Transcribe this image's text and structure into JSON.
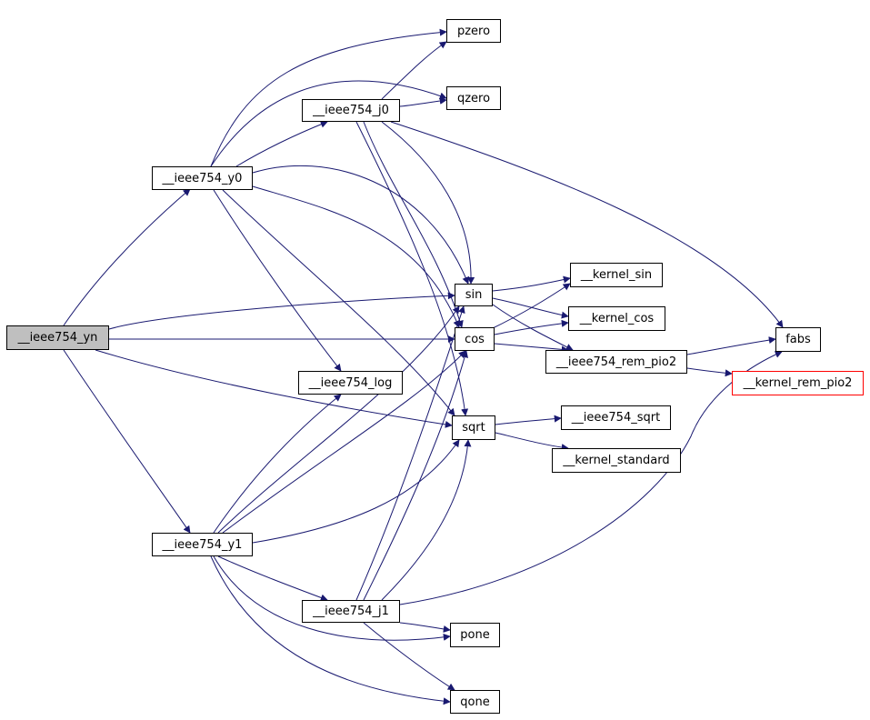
{
  "graph": {
    "nodes": {
      "ieee754_yn": "__ieee754_yn",
      "ieee754_y0": "__ieee754_y0",
      "ieee754_y1": "__ieee754_y1",
      "ieee754_j0": "__ieee754_j0",
      "ieee754_j1": "__ieee754_j1",
      "ieee754_log": "__ieee754_log",
      "pzero": "pzero",
      "qzero": "qzero",
      "pone": "pone",
      "qone": "qone",
      "sin": "sin",
      "cos": "cos",
      "sqrt": "sqrt",
      "kernel_sin": "__kernel_sin",
      "kernel_cos": "__kernel_cos",
      "ieee754_rem_pio2": "__ieee754_rem_pio2",
      "ieee754_sqrt": "__ieee754_sqrt",
      "kernel_standard": "__kernel_standard",
      "fabs": "fabs",
      "kernel_rem_pio2": "__kernel_rem_pio2"
    },
    "edges": [
      [
        "ieee754_yn",
        "ieee754_y0"
      ],
      [
        "ieee754_yn",
        "sin"
      ],
      [
        "ieee754_yn",
        "cos"
      ],
      [
        "ieee754_yn",
        "sqrt"
      ],
      [
        "ieee754_yn",
        "ieee754_y1"
      ],
      [
        "ieee754_y0",
        "pzero"
      ],
      [
        "ieee754_y0",
        "qzero"
      ],
      [
        "ieee754_y0",
        "ieee754_j0"
      ],
      [
        "ieee754_y0",
        "sin"
      ],
      [
        "ieee754_y0",
        "cos"
      ],
      [
        "ieee754_y0",
        "ieee754_log"
      ],
      [
        "ieee754_y0",
        "sqrt"
      ],
      [
        "ieee754_j0",
        "pzero"
      ],
      [
        "ieee754_j0",
        "qzero"
      ],
      [
        "ieee754_j0",
        "sin"
      ],
      [
        "ieee754_j0",
        "cos"
      ],
      [
        "ieee754_j0",
        "sqrt"
      ],
      [
        "ieee754_j0",
        "fabs"
      ],
      [
        "ieee754_y1",
        "ieee754_log"
      ],
      [
        "ieee754_y1",
        "sin"
      ],
      [
        "ieee754_y1",
        "cos"
      ],
      [
        "ieee754_y1",
        "sqrt"
      ],
      [
        "ieee754_y1",
        "ieee754_j1"
      ],
      [
        "ieee754_y1",
        "pone"
      ],
      [
        "ieee754_y1",
        "qone"
      ],
      [
        "ieee754_j1",
        "sin"
      ],
      [
        "ieee754_j1",
        "cos"
      ],
      [
        "ieee754_j1",
        "sqrt"
      ],
      [
        "ieee754_j1",
        "fabs"
      ],
      [
        "ieee754_j1",
        "pone"
      ],
      [
        "ieee754_j1",
        "qone"
      ],
      [
        "sin",
        "kernel_sin"
      ],
      [
        "sin",
        "kernel_cos"
      ],
      [
        "sin",
        "ieee754_rem_pio2"
      ],
      [
        "cos",
        "kernel_sin"
      ],
      [
        "cos",
        "kernel_cos"
      ],
      [
        "cos",
        "ieee754_rem_pio2"
      ],
      [
        "sqrt",
        "ieee754_sqrt"
      ],
      [
        "sqrt",
        "kernel_standard"
      ],
      [
        "ieee754_rem_pio2",
        "fabs"
      ],
      [
        "ieee754_rem_pio2",
        "kernel_rem_pio2"
      ]
    ],
    "colors": {
      "edge": "#191970",
      "node_border": "#000000",
      "root_fill": "#bfbfbf",
      "unresolved_border": "#ff0000",
      "background": "#ffffff"
    }
  }
}
